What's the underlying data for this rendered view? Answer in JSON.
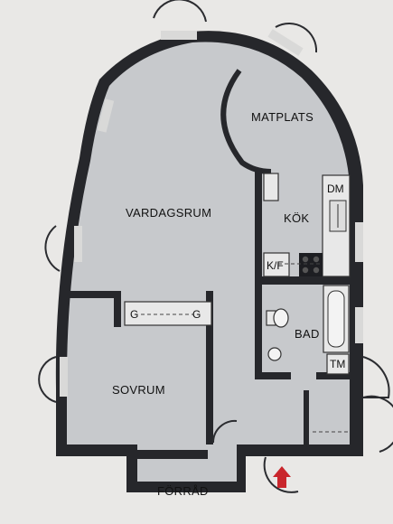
{
  "rooms": {
    "matplats": "MATPLATS",
    "vardagsrum": "VARDAGSRUM",
    "kok": "KÖK",
    "bad": "BAD",
    "sovrum": "SOVRUM",
    "forrad": "FÖRRÅD"
  },
  "fixtures": {
    "dm": "DM",
    "kf": "K/F",
    "tm": "TM",
    "g_left": "G",
    "g_right": "G"
  },
  "colors": {
    "wall": "#26272b",
    "floor": "#c7c9cc",
    "entrance_arrow": "#c9262c"
  },
  "icons": {
    "entrance": "entrance-arrow-icon"
  }
}
